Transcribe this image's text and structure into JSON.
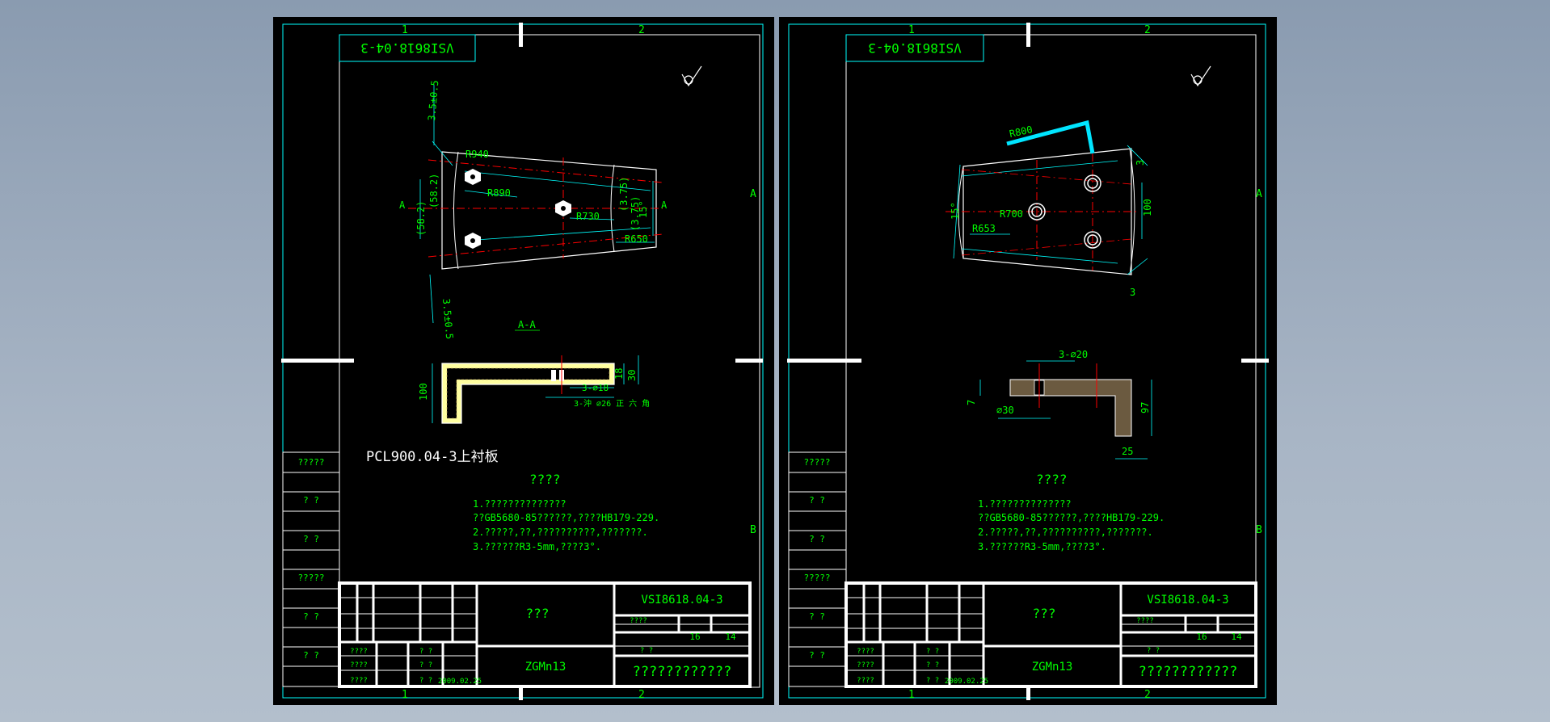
{
  "colors": {
    "background": "#000000",
    "frame": "#ffffff",
    "text": "#00ff00",
    "outline": "#00ffff",
    "centerline": "#ff0000",
    "highlight": "#00e5ff",
    "section_fill": "#ffffa0"
  },
  "grid_labels": {
    "col1": "1",
    "col2": "2",
    "rowA": "A",
    "rowB": "B"
  },
  "sheets": [
    {
      "id": "left",
      "mirror_code": "VSI8618.04-3",
      "surface_symbol": "roughness-check-icon",
      "dims": {
        "tol_top": "3.5±0.5",
        "tol_bottom": "3.5±0.5",
        "r940": "R940",
        "r890": "R890",
        "r730": "R730",
        "r650": "R650",
        "d58a": "(58.2)",
        "d58b": "(58.2)",
        "d375a": "(3.75)",
        "d375b": "(3.75)",
        "angle": "15°",
        "sec_a_left": "A",
        "sec_a_right": "A"
      },
      "section_title": "A-A",
      "section_dims": {
        "h100": "100",
        "w30": "30",
        "w18": "18",
        "holes": "3-∅18",
        "holes2": "3-沖 ∅26 正 六 角"
      },
      "part_name": "PCL900.04-3上衬板",
      "notes_title": "????",
      "notes": [
        "1.??????????????",
        "  ??GB5680-85??????,????HB179-229.",
        "2.?????,??,??????????,???????.",
        "3.??????R3-5mm,????3°."
      ],
      "side_labels": [
        "?????",
        "? ?",
        "? ?",
        "?????",
        "? ?",
        "? ?"
      ],
      "title_block": {
        "drawing_no": "VSI8618.04-3",
        "name": "???",
        "material": "ZGMn13",
        "company": "????????????",
        "qty": "16",
        "weight": "14",
        "date": "2009.02.25",
        "cells": [
          "????",
          "? ?",
          "????",
          "? ?",
          "????",
          "? ?",
          "????",
          "? ?"
        ]
      }
    },
    {
      "id": "right",
      "mirror_code": "VSI8618.04-3",
      "surface_symbol": "roughness-check-icon",
      "dims": {
        "r800": "R800",
        "r700": "R700",
        "r653": "R653",
        "d100": "100",
        "d3a": "3",
        "d3b": "3",
        "angle": "15°"
      },
      "section_dims": {
        "holes": "3-∅20",
        "d30": "∅30",
        "h7": "7",
        "h97": "97",
        "w25": "25"
      },
      "notes_title": "????",
      "notes": [
        "1.??????????????",
        "  ??GB5680-85??????,????HB179-229.",
        "2.?????,??,??????????,???????.",
        "3.??????R3-5mm,????3°."
      ],
      "side_labels": [
        "?????",
        "? ?",
        "? ?",
        "?????",
        "? ?",
        "? ?"
      ],
      "title_block": {
        "drawing_no": "VSI8618.04-3",
        "name": "???",
        "material": "ZGMn13",
        "company": "????????????",
        "qty": "16",
        "weight": "14",
        "date": "2009.02.25",
        "cells": [
          "????",
          "? ?",
          "????",
          "? ?",
          "????",
          "? ?",
          "????",
          "? ?"
        ]
      }
    }
  ]
}
